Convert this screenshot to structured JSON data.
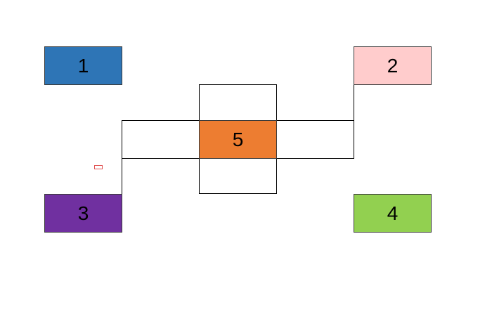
{
  "diagram": {
    "boxes": [
      {
        "id": "1",
        "label": "1",
        "color": "#2e75b6"
      },
      {
        "id": "2",
        "label": "2",
        "color": "#ffcccc"
      },
      {
        "id": "3",
        "label": "3",
        "color": "#7030a0"
      },
      {
        "id": "4",
        "label": "4",
        "color": "#92d050"
      },
      {
        "id": "5",
        "label": "5",
        "color": "#ed7d31"
      }
    ],
    "connectors": [
      {
        "from": "3",
        "to": "5"
      },
      {
        "from": "5",
        "to": "2"
      }
    ],
    "line_color": "#000000",
    "marker_color": "#e05050"
  }
}
